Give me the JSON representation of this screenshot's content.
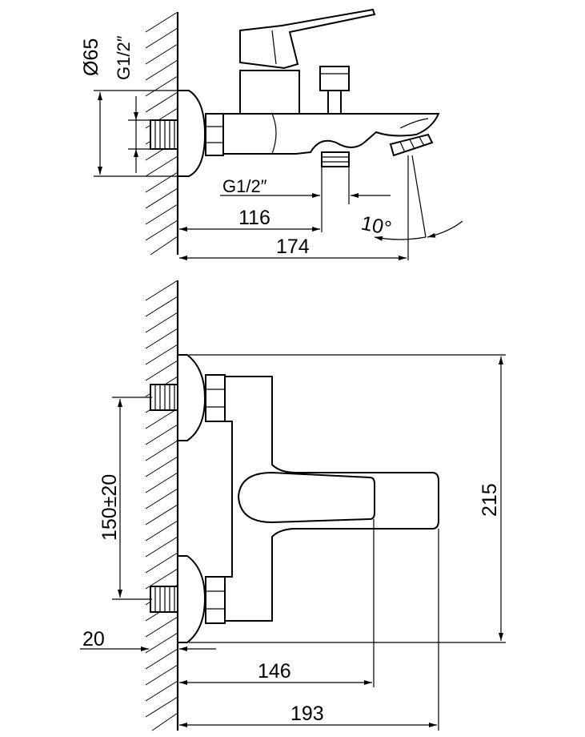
{
  "top_view": {
    "dims": {
      "diameter": "Ø65",
      "thread_wall": "G1/2″",
      "thread_bottom": "G1/2″",
      "dim_116": "116",
      "dim_174": "174",
      "angle": "10°"
    }
  },
  "front_view": {
    "dims": {
      "spacing": "150±20",
      "height": "215",
      "offset": "20",
      "dim_146": "146",
      "dim_193": "193"
    }
  }
}
